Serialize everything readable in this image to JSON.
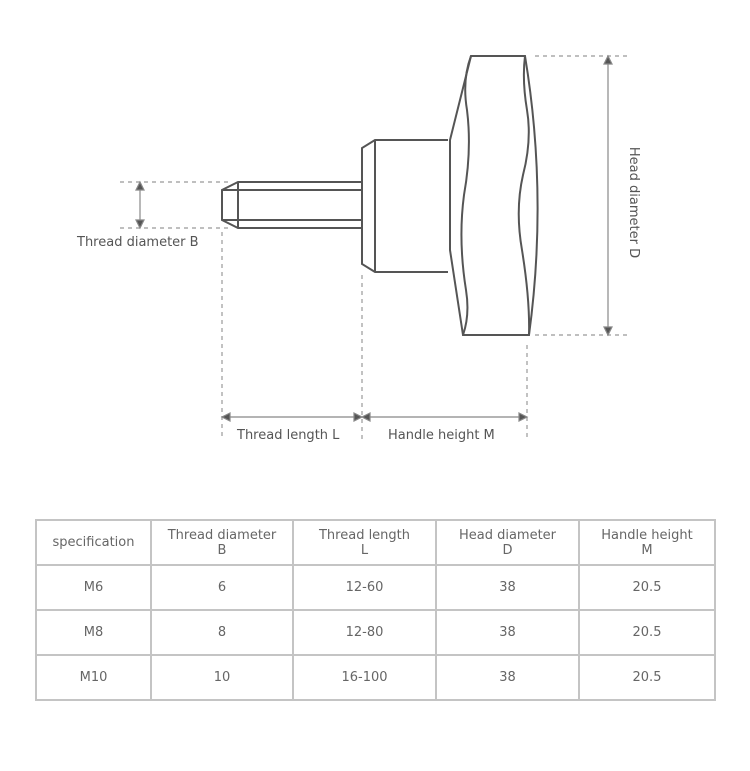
{
  "diagram": {
    "labels": {
      "thread_diameter": "Thread diameter B",
      "thread_length": "Thread length L",
      "handle_height": "Handle height M",
      "head_diameter": "Head diameter D"
    }
  },
  "table": {
    "headers": [
      [
        "specification",
        ""
      ],
      [
        "Thread diameter",
        "B"
      ],
      [
        "Thread length",
        "L"
      ],
      [
        "Head diameter",
        "D"
      ],
      [
        "Handle height",
        "M"
      ]
    ],
    "rows": [
      [
        "M6",
        "6",
        "12-60",
        "38",
        "20.5"
      ],
      [
        "M8",
        "8",
        "12-80",
        "38",
        "20.5"
      ],
      [
        "M10",
        "10",
        "16-100",
        "38",
        "20.5"
      ]
    ]
  }
}
